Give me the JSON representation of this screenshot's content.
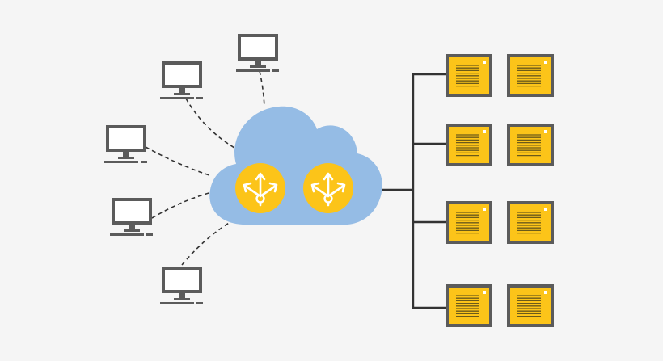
{
  "diagram": {
    "type": "network-topology",
    "client_count": 5,
    "server_count": 8,
    "router_count": 2,
    "colors": {
      "background": "#f5f5f5",
      "cloud": "#95bce5",
      "router_fill": "#fcc419",
      "router_symbol": "#ffffff",
      "device_dark": "#5b5b5b",
      "screen": "#ffffff",
      "server_fill": "#fcc419",
      "server_lines": "#6b5a1a",
      "link": "#333333"
    },
    "icons": {
      "client": "computer-monitor-icon",
      "router": "load-balancer-icon",
      "cloud": "cloud-icon",
      "server": "server-icon"
    }
  }
}
